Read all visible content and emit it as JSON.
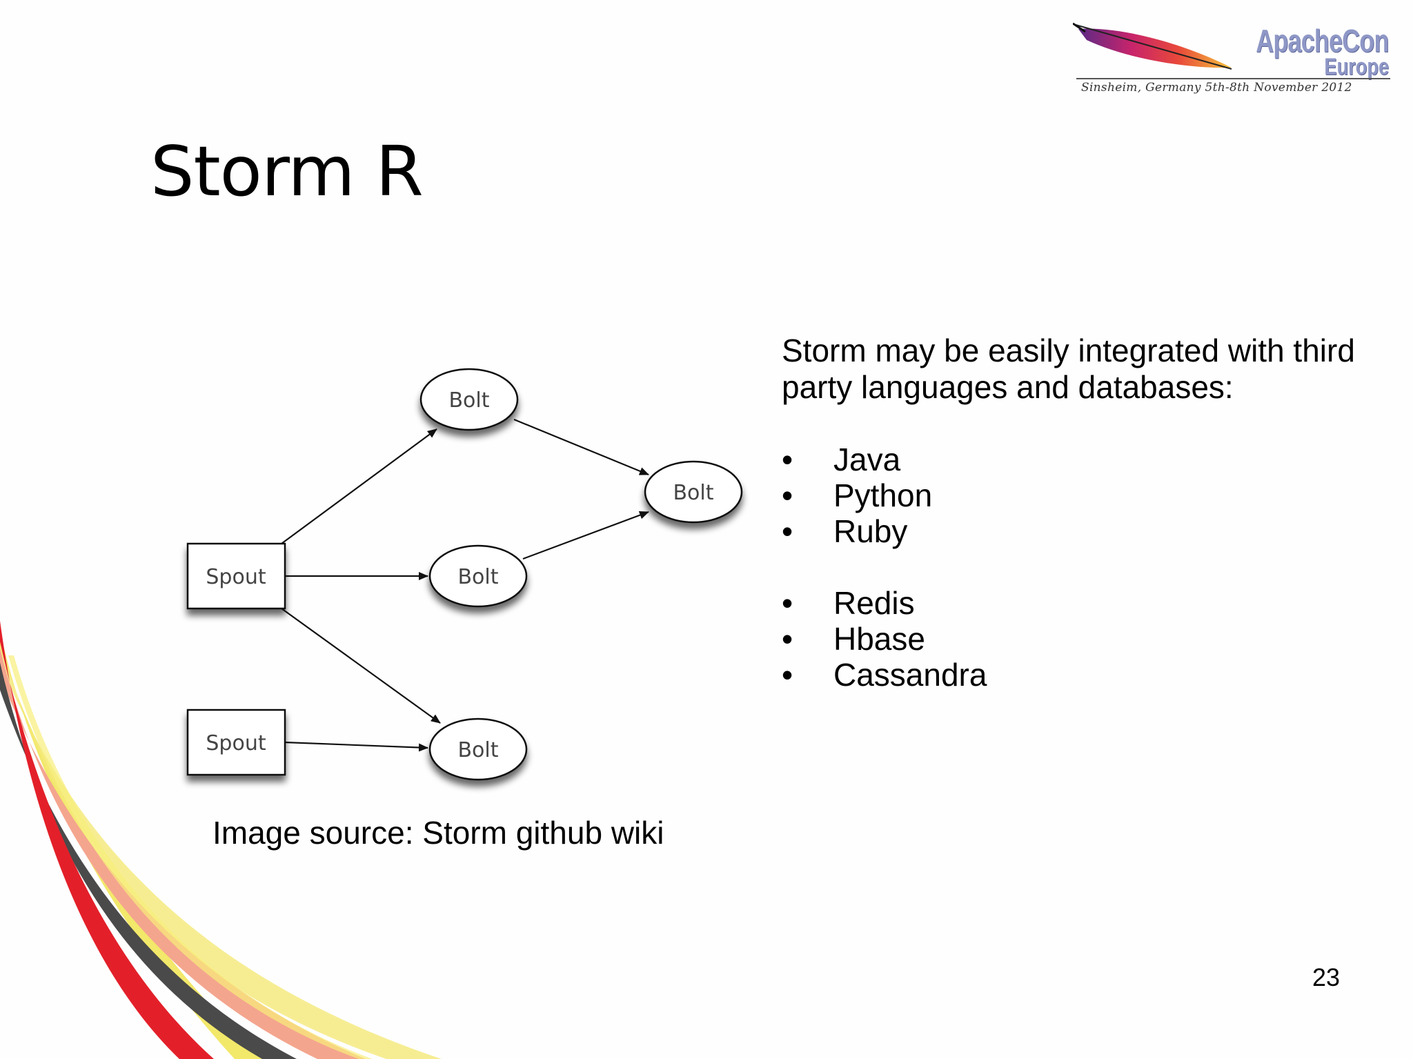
{
  "header": {
    "logo_brand": "ApacheCon",
    "logo_sub": "Europe",
    "logo_tagline": "Sinsheim, Germany 5th-8th November 2012"
  },
  "slide": {
    "title": "Storm R",
    "intro": "Storm may be easily integrated with third party languages and databases:",
    "languages": [
      "Java",
      "Python",
      "Ruby"
    ],
    "databases": [
      "Redis",
      "Hbase",
      "Cassandra"
    ],
    "bullet_glyph": "•",
    "caption": "Image source: Storm github wiki",
    "page_number": "23"
  },
  "diagram": {
    "nodes": [
      {
        "id": "spout-1",
        "label": "Spout",
        "shape": "rectangle"
      },
      {
        "id": "spout-2",
        "label": "Spout",
        "shape": "rectangle"
      },
      {
        "id": "bolt-top",
        "label": "Bolt",
        "shape": "ellipse"
      },
      {
        "id": "bolt-middle",
        "label": "Bolt",
        "shape": "ellipse"
      },
      {
        "id": "bolt-bottom",
        "label": "Bolt",
        "shape": "ellipse"
      },
      {
        "id": "bolt-right",
        "label": "Bolt",
        "shape": "ellipse"
      }
    ],
    "edges": [
      {
        "from": "spout-1",
        "to": "bolt-top"
      },
      {
        "from": "spout-1",
        "to": "bolt-middle"
      },
      {
        "from": "spout-1",
        "to": "bolt-bottom"
      },
      {
        "from": "spout-2",
        "to": "bolt-bottom"
      },
      {
        "from": "bolt-top",
        "to": "bolt-right"
      },
      {
        "from": "bolt-middle",
        "to": "bolt-right"
      }
    ]
  },
  "colors": {
    "swoosh_red": "#e3202a",
    "swoosh_yellow": "#f1e65a",
    "swoosh_dark": "#4a4a4a",
    "swoosh_salmon": "#f4a58e",
    "logo_text": "#8e97c6"
  }
}
